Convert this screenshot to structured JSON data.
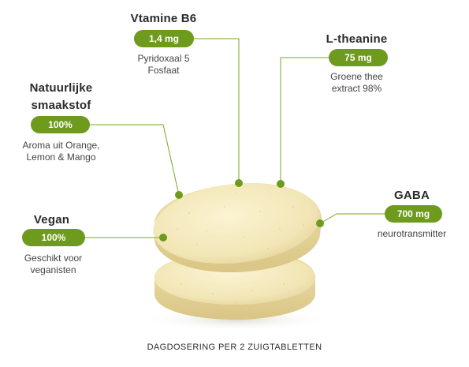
{
  "callouts": {
    "vitamine_b6": {
      "title": "Vtamine B6",
      "value": "1,4 mg",
      "desc1": "Pyridoxaal 5",
      "desc2": "Fosfaat"
    },
    "l_theanine": {
      "title": "L-theanine",
      "value": "75 mg",
      "desc1": "Groene thee",
      "desc2": "extract 98%"
    },
    "natuurlijke_smaakstof": {
      "title1": "Natuurlijke",
      "title2": "smaakstof",
      "value": "100%",
      "desc1": "Aroma uit Orange,",
      "desc2": "Lemon & Mango"
    },
    "gaba": {
      "title": "GABA",
      "value": "700 mg",
      "desc1": "neurotransmitter"
    },
    "vegan": {
      "title": "Vegan",
      "value": "100%",
      "desc1": "Geschikt voor",
      "desc2": "veganisten"
    }
  },
  "footer": "DAGDOSERING PER 2 ZUIGTABLETTEN",
  "colors": {
    "accent": "#6e9a1e",
    "tablet": "#f3e7b8",
    "text": "#2b2b2b"
  }
}
